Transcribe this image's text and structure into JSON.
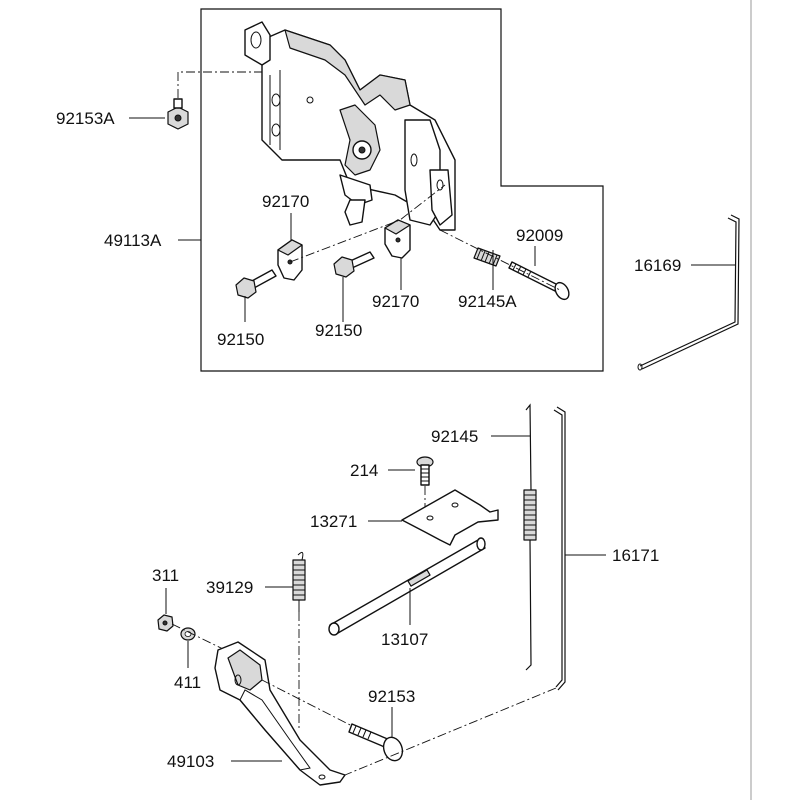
{
  "part_labels": {
    "p92153A": "92153A",
    "p49113A": "49113A",
    "p92170a": "92170",
    "p92170b": "92170",
    "p92150a": "92150",
    "p92150b": "92150",
    "p92009": "92009",
    "p92145A": "92145A",
    "p16169": "16169",
    "p92145": "92145",
    "p214": "214",
    "p13271": "13271",
    "p16171": "16171",
    "p311": "311",
    "p39129": "39129",
    "p13107": "13107",
    "p411": "411",
    "p92153": "92153",
    "p49103": "49103"
  }
}
